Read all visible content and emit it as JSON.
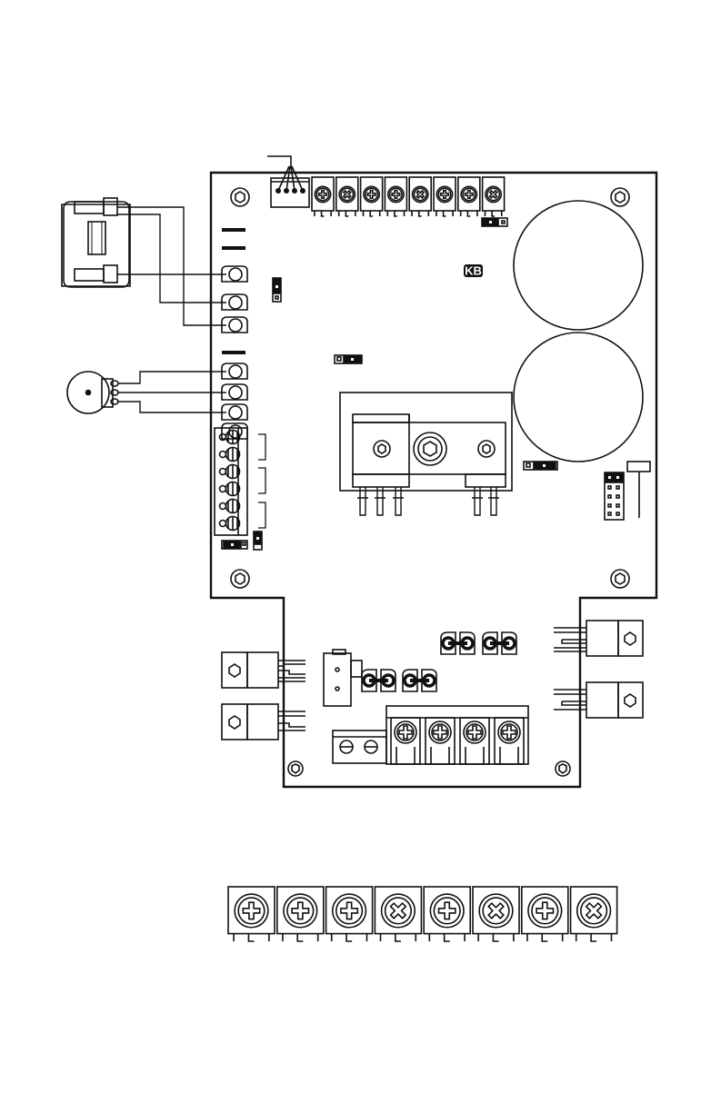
{
  "logo": {
    "text": "KB"
  },
  "trimpots": {
    "board_count": 8,
    "detail_count": 8,
    "detail_styles": [
      "plus",
      "plus",
      "plus",
      "cross",
      "plus",
      "cross",
      "plus",
      "cross"
    ]
  },
  "top_terminals": {
    "count": 4
  },
  "left_terminals": {
    "count": 7
  },
  "fuses": {
    "count": 4
  },
  "line_terminals": {
    "count": 4
  },
  "colors": {
    "ink": "#111111",
    "background": "#ffffff"
  }
}
